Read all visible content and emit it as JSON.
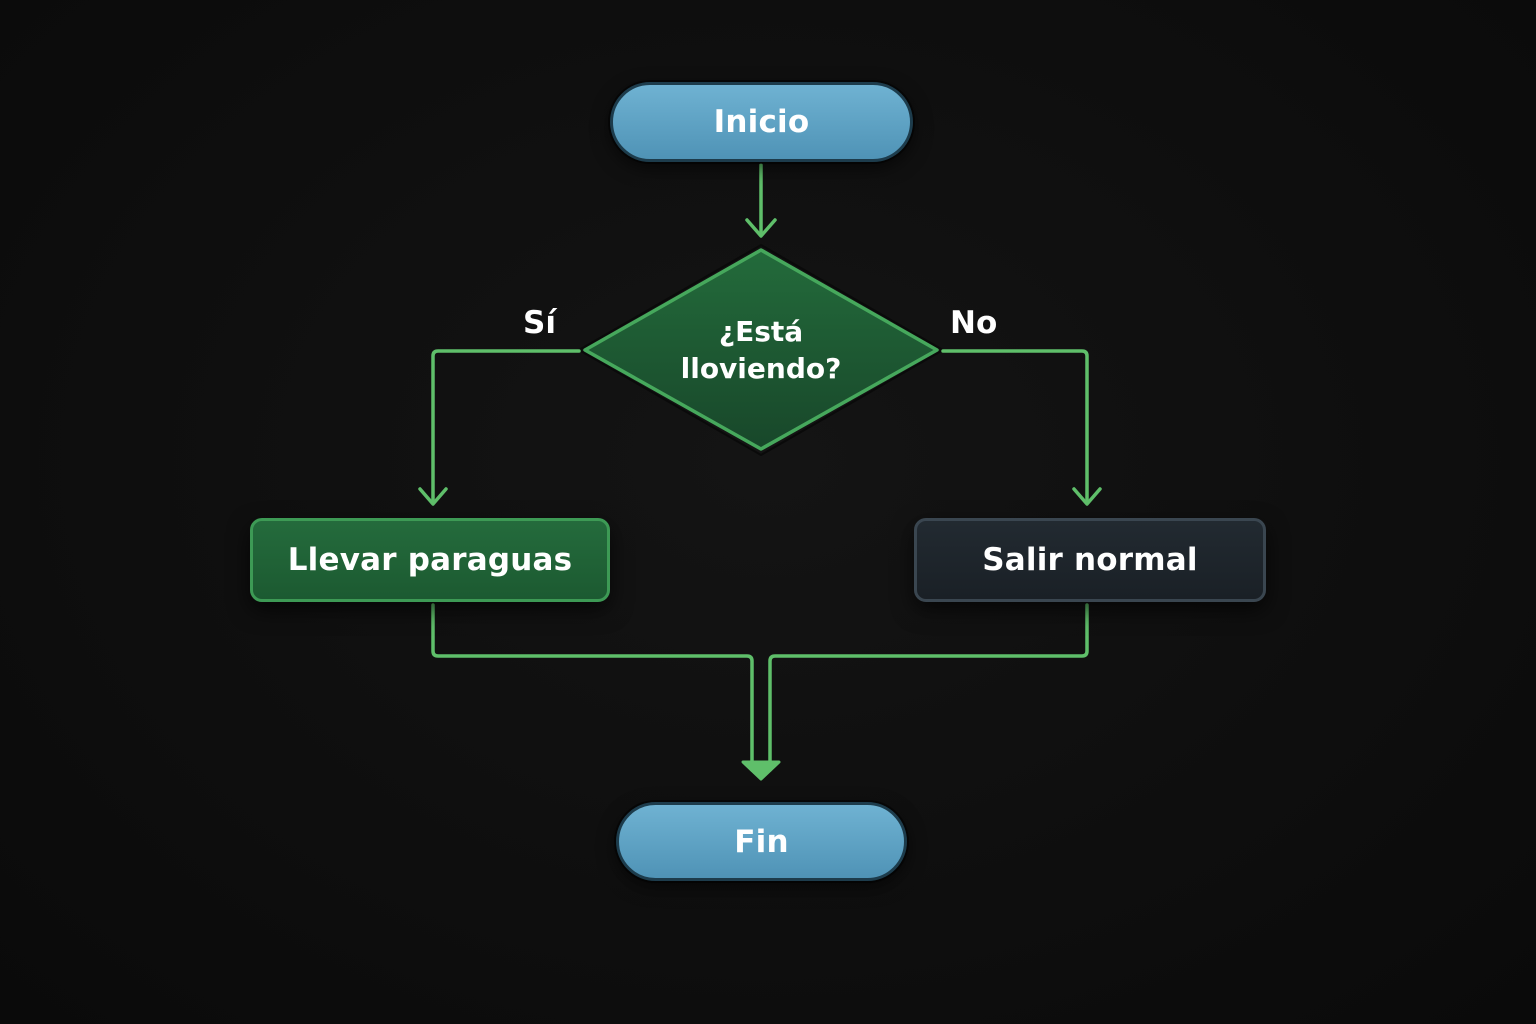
{
  "flowchart": {
    "start": "Inicio",
    "decision": {
      "line1": "¿Está",
      "line2": "lloviendo?"
    },
    "yes_label": "Sí",
    "no_label": "No",
    "yes_action": "Llevar paraguas",
    "no_action": "Salir normal",
    "end": "Fin"
  },
  "colors": {
    "background": "#0e0e0e",
    "connector": "#5fbf6a",
    "terminal": "#5ea3c5",
    "decision_fill": "#1d5530",
    "decision_border": "#46a85c",
    "yes_action_fill": "#215f36",
    "no_action_fill": "#1e252b"
  }
}
